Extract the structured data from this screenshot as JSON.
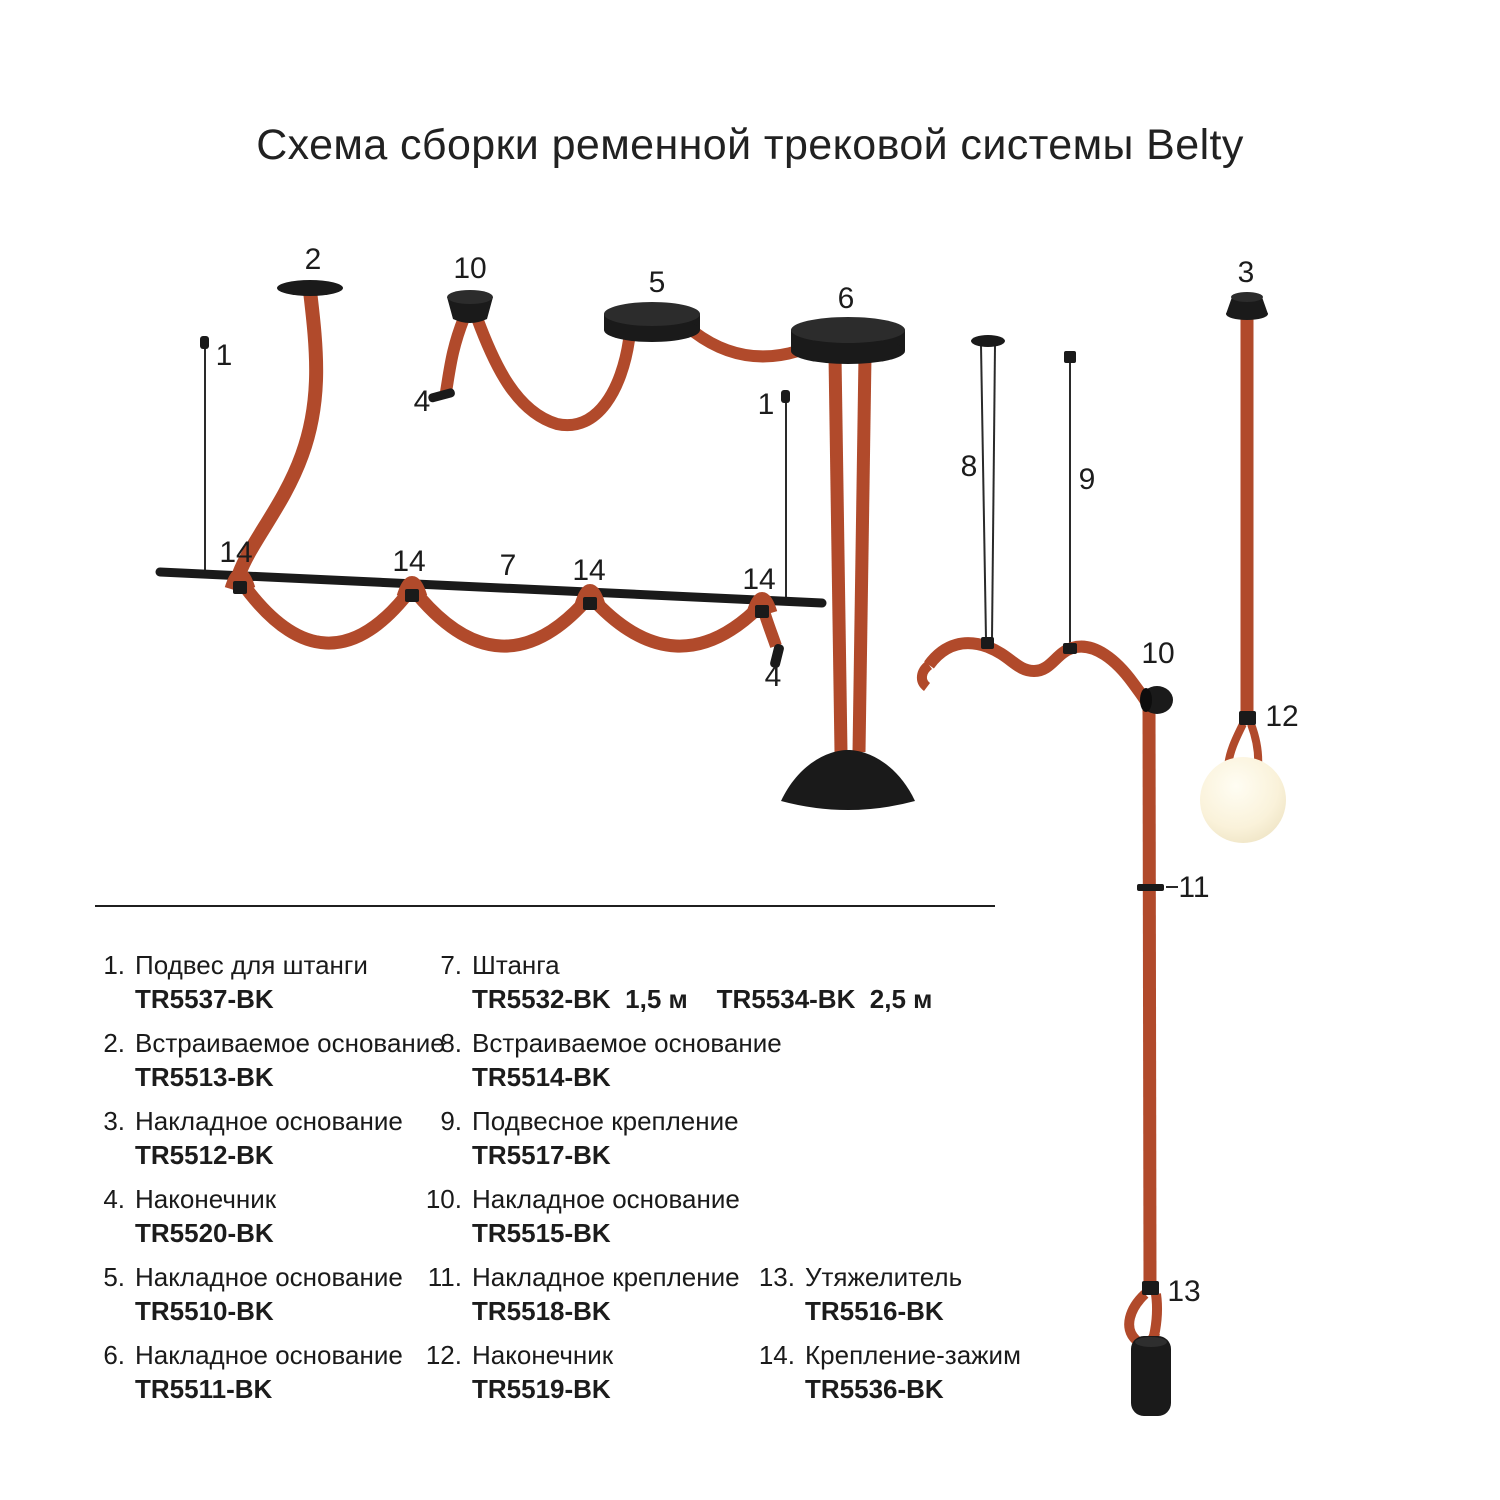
{
  "title": "Схема сборки ременной трековой системы Belty",
  "colors": {
    "belt": "#b14a2b",
    "metal": "#1a1a1a",
    "wire": "#2a2a2a",
    "text": "#1c1c1c",
    "sphere": "#fbf4df"
  },
  "diagram": {
    "labels": {
      "l2": "2",
      "l10a": "10",
      "l5": "5",
      "l6": "6",
      "l3": "3",
      "l1a": "1",
      "l4a": "4",
      "l1b": "1",
      "l8": "8",
      "l9": "9",
      "l14a": "14",
      "l14b": "14",
      "l7": "7",
      "l14c": "14",
      "l14d": "14",
      "l4b": "4",
      "l10b": "10",
      "l12": "12",
      "l11": "11",
      "l13": "13"
    }
  },
  "legend": {
    "columns": [
      {
        "items": [
          {
            "num": "1.",
            "name": "Подвес для штанги",
            "code": "TR5537-BK"
          },
          {
            "num": "2.",
            "name": "Встраиваемое основание",
            "code": "TR5513-BK"
          },
          {
            "num": "3.",
            "name": "Накладное основание",
            "code": "TR5512-BK"
          },
          {
            "num": "4.",
            "name": "Наконечник",
            "code": "TR5520-BK"
          },
          {
            "num": "5.",
            "name": "Накладное основание",
            "code": "TR5510-BK"
          },
          {
            "num": "6.",
            "name": "Накладное основание",
            "code": "TR5511-BK"
          }
        ]
      },
      {
        "items": [
          {
            "num": "7.",
            "name": "Штанга",
            "code": "TR5532-BK  1,5 м    TR5534-BK  2,5 м"
          },
          {
            "num": "8.",
            "name": "Встраиваемое основание",
            "code": "TR5514-BK"
          },
          {
            "num": "9.",
            "name": "Подвесное крепление",
            "code": "TR5517-BK"
          },
          {
            "num": "10.",
            "name": "Накладное основание",
            "code": "TR5515-BK"
          },
          {
            "num": "11.",
            "name": "Накладное крепление",
            "code": "TR5518-BK"
          },
          {
            "num": "12.",
            "name": "Наконечник",
            "code": "TR5519-BK"
          }
        ]
      },
      {
        "items": [
          {
            "num": "13.",
            "name": "Утяжелитель",
            "code": "TR5516-BK"
          },
          {
            "num": "14.",
            "name": "Крепление-зажим",
            "code": "TR5536-BK"
          }
        ]
      }
    ]
  }
}
